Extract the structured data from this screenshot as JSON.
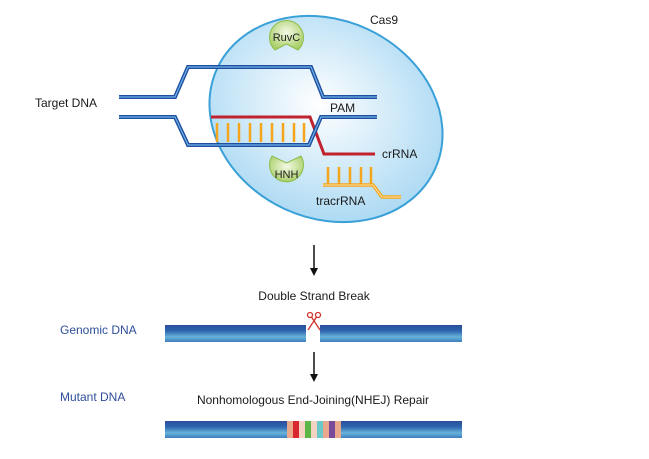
{
  "mechanism": {
    "protein_label": "Cas9",
    "target_label": "Target DNA",
    "pam_label": "PAM",
    "crrna_label": "crRNA",
    "tracrrna_label": "tracrRNA",
    "domains": {
      "ruvc": "RuvC",
      "hnh": "HNH"
    }
  },
  "steps": {
    "break_label": "Double Strand Break",
    "repair_label": "Nonhomologous End-Joining(NHEJ) Repair"
  },
  "rows": {
    "genomic_label": "Genomic DNA",
    "mutant_label": "Mutant DNA"
  },
  "colors": {
    "cas9_fill": "#cfe9f8",
    "cas9_stroke": "#3aa0d8",
    "dna_strand": "#1f4fa0",
    "crrna": "#c0222e",
    "tracrrna": "#f4a51c",
    "domain_fill": "#b9d87a",
    "row_label": "#2f4f9a",
    "scissors": "#d0342c",
    "insert_colors": [
      "#e94a4a",
      "#d8262f",
      "#e9a88c",
      "#5bb547",
      "#e9a88c",
      "#6ac8c8",
      "#e9a88c",
      "#7a4a9a",
      "#e9a88c"
    ]
  }
}
